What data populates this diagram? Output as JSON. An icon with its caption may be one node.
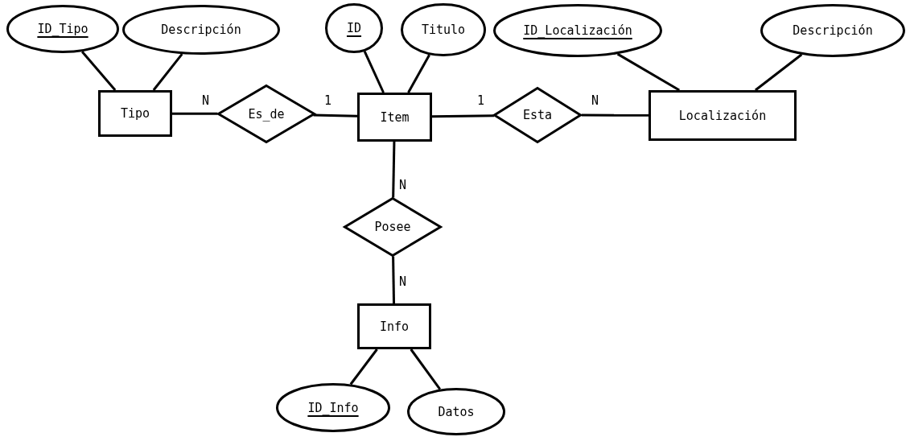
{
  "diagram": {
    "nodes": [
      {
        "text": [
          "ID_Tipo"
        ]
      },
      {
        "text": [
          "Descripción"
        ]
      },
      {
        "text": [
          "ID"
        ]
      },
      {
        "text": [
          "Titulo"
        ]
      },
      {
        "text": [
          "ID_Localización"
        ]
      },
      {
        "text": [
          "Descripción"
        ]
      },
      {
        "text": [
          "Tipo"
        ]
      },
      {
        "text": [
          "Es_de"
        ]
      },
      {
        "text": [
          "Item"
        ]
      },
      {
        "text": [
          "Esta"
        ]
      },
      {
        "text": [
          "Localización"
        ]
      },
      {
        "text": [
          "Posee"
        ]
      },
      {
        "text": [
          "Info"
        ]
      },
      {
        "text": [
          "ID_Info"
        ]
      },
      {
        "text": [
          "Datos"
        ]
      }
    ],
    "edges": [
      {
        "from": 0,
        "to": 6,
        "arrow": "none"
      },
      {
        "from": 1,
        "to": 6,
        "arrow": "none"
      },
      {
        "from": 2,
        "to": 8,
        "arrow": "none"
      },
      {
        "from": 3,
        "to": 8,
        "arrow": "none"
      },
      {
        "from": 4,
        "to": 10,
        "arrow": "none"
      },
      {
        "from": 5,
        "to": 10,
        "arrow": "none"
      },
      {
        "from": 6,
        "to": 7,
        "arrow": "none",
        "label": "N"
      },
      {
        "from": 7,
        "to": 8,
        "arrow": "none",
        "label": "1"
      },
      {
        "from": 8,
        "to": 9,
        "arrow": "none",
        "label": "1"
      },
      {
        "from": 9,
        "to": 10,
        "arrow": "none",
        "label": "N"
      },
      {
        "from": 8,
        "to": 11,
        "arrow": "none",
        "label": "N"
      },
      {
        "from": 11,
        "to": 12,
        "arrow": "none",
        "label": "N"
      },
      {
        "from": 12,
        "to": 13,
        "arrow": "none"
      },
      {
        "from": 12,
        "to": 14,
        "arrow": "none"
      }
    ]
  }
}
